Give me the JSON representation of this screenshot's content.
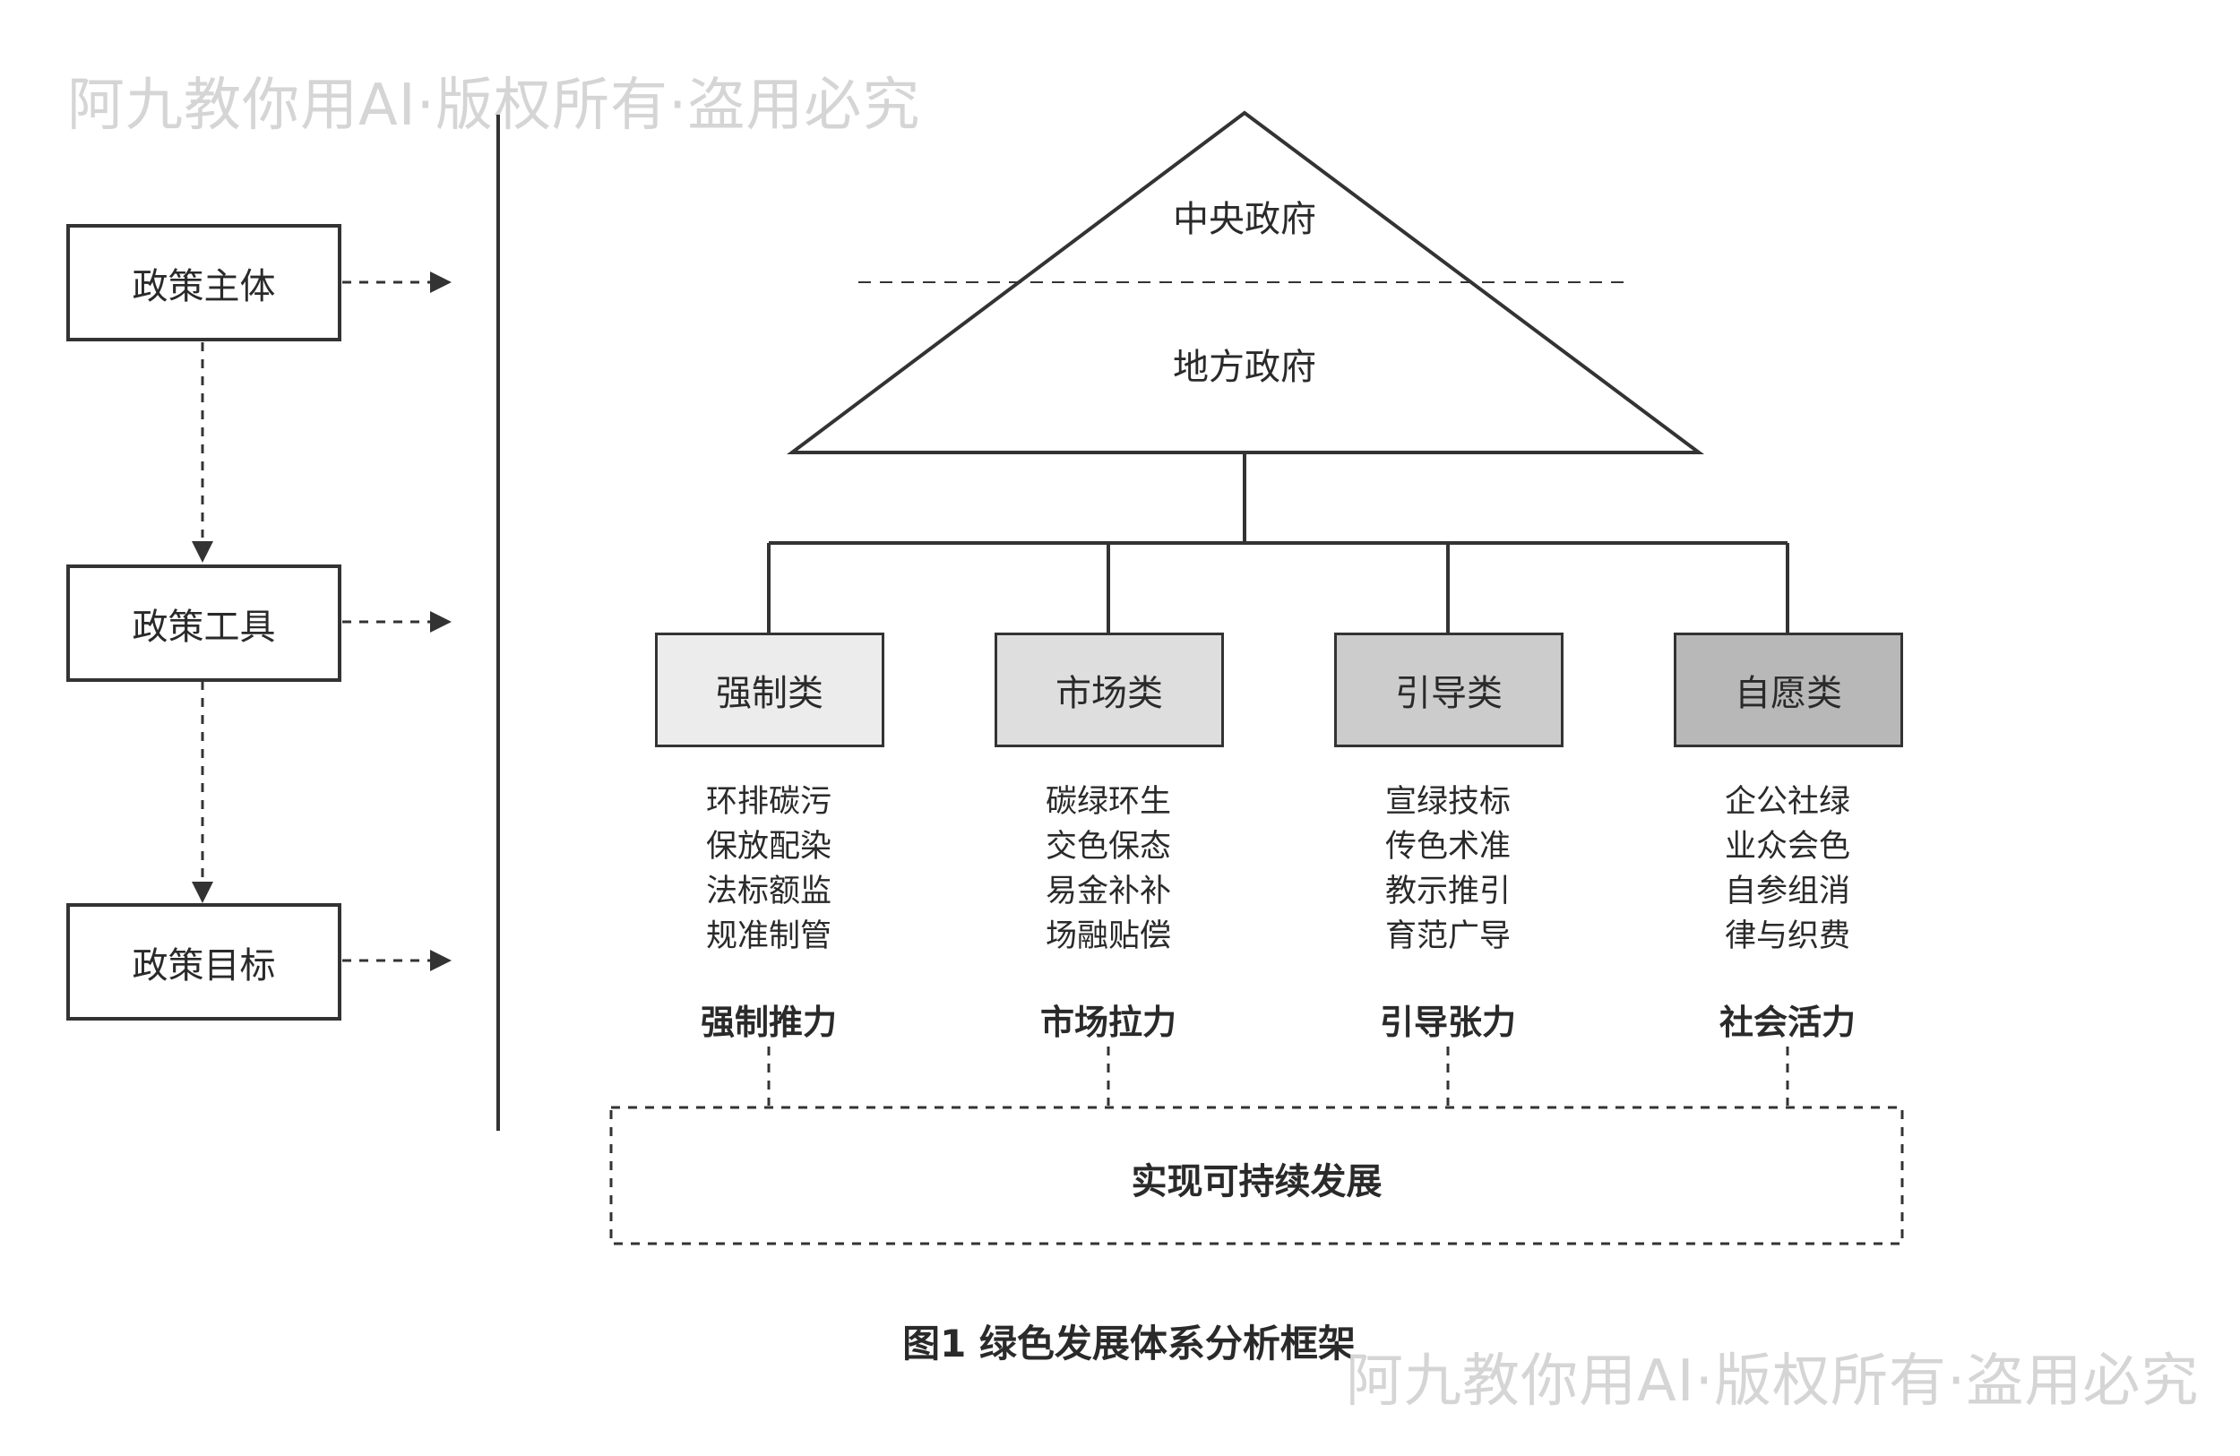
{
  "watermark": "阿九教你用AI·版权所有·盗用必究",
  "left_column": {
    "policy_subject": "政策主体",
    "policy_tool": "政策工具",
    "policy_goal": "政策目标"
  },
  "pyramid": {
    "top": "中央政府",
    "bottom": "地方政府"
  },
  "categories": [
    {
      "label": "强制类",
      "fill": "#ececec",
      "items": [
        "环排碳污",
        "保放配染",
        "法标额监",
        "规准制管"
      ],
      "force": "强制推力"
    },
    {
      "label": "市场类",
      "fill": "#dedede",
      "items": [
        "碳绿环生",
        "交色保态",
        "易金补补",
        "场融贴偿"
      ],
      "force": "市场拉力"
    },
    {
      "label": "引导类",
      "fill": "#cccccc",
      "items": [
        "宣绿技标",
        "传色术准",
        "教示推引",
        "育范广导"
      ],
      "force": "引导张力"
    },
    {
      "label": "自愿类",
      "fill": "#b8b8b8",
      "items": [
        "企公社绿",
        "业众会色",
        "自参组消",
        "律与织费"
      ],
      "force": "社会活力"
    }
  ],
  "goal": "实现可持续发展",
  "caption": "图1 绿色发展体系分析框架"
}
